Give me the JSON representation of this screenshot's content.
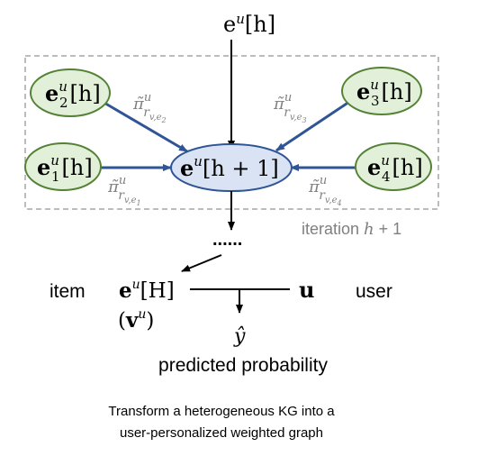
{
  "colors": {
    "node_fill": "#e2efd9",
    "node_stroke": "#548235",
    "center_fill": "#dae3f3",
    "center_stroke": "#2f5597",
    "edge_color": "#2f5597",
    "label_gray": "#808080",
    "dashed_box": "#a6a6a6"
  },
  "top_embedding": {
    "base": "e",
    "sup": "u",
    "bracket": "[h]"
  },
  "neighbors": [
    {
      "id": "e2",
      "base": "e",
      "sup": "u",
      "sub": "2",
      "bracket": "[h]",
      "weight": {
        "pi": "π̃",
        "sup": "u",
        "r": "r",
        "sub": "v,e",
        "subsub": "2"
      }
    },
    {
      "id": "e3",
      "base": "e",
      "sup": "u",
      "sub": "3",
      "bracket": "[h]",
      "weight": {
        "pi": "π̃",
        "sup": "u",
        "r": "r",
        "sub": "v,e",
        "subsub": "3"
      }
    },
    {
      "id": "e1",
      "base": "e",
      "sup": "u",
      "sub": "1",
      "bracket": "[h]",
      "weight": {
        "pi": "π̃",
        "sup": "u",
        "r": "r",
        "sub": "v,e",
        "subsub": "1"
      }
    },
    {
      "id": "e4",
      "base": "e",
      "sup": "u",
      "sub": "4",
      "bracket": "[h]",
      "weight": {
        "pi": "π̃",
        "sup": "u",
        "r": "r",
        "sub": "v,e",
        "subsub": "4"
      }
    }
  ],
  "center_node": {
    "base": "e",
    "sup": "u",
    "bracket": "[h + 1]"
  },
  "iteration_label": {
    "text": "iteration ",
    "var": "h",
    "rest": " + 1"
  },
  "ellipsis": "......",
  "item": {
    "label": "item",
    "embedding": {
      "base": "e",
      "sup": "u",
      "bracket": "[H]"
    },
    "alias": {
      "open": "(",
      "base": "v",
      "sup": "u",
      "close": ")"
    }
  },
  "user": {
    "label": "user",
    "symbol": "u"
  },
  "prediction": {
    "symbol": "ŷ",
    "label": "predicted probability"
  },
  "caption": {
    "line1": "Transform a heterogeneous KG into a",
    "line2": "user-personalized weighted graph"
  }
}
